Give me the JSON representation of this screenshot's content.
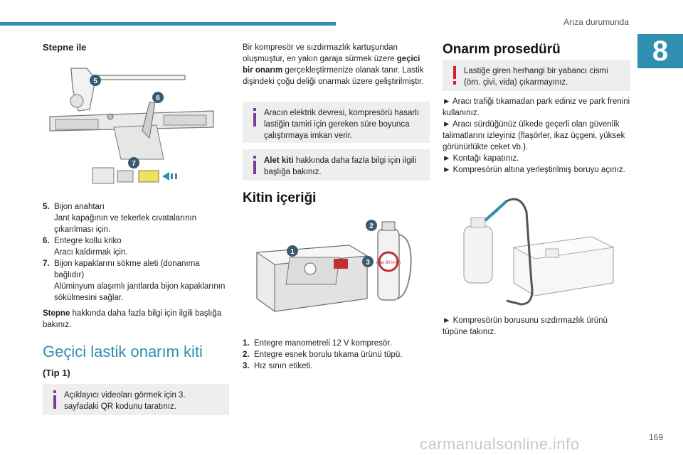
{
  "header": {
    "section": "Arıza durumunda",
    "chapter": "8",
    "page": "169"
  },
  "col1": {
    "heading": "Stepne ile",
    "fig_labels": [
      "5",
      "6",
      "7"
    ],
    "items": [
      {
        "n": "5.",
        "title": "Bijon anahtarı",
        "desc": "Jant kapağının ve tekerlek cıvatalarının çıkarılması için."
      },
      {
        "n": "6.",
        "title": "Entegre kollu kriko",
        "desc": "Aracı kaldırmak için."
      },
      {
        "n": "7.",
        "title": "Bijon kapaklarını sökme aleti (donanıma bağlıdır)",
        "desc": "Alüminyum alaşımlı jantlarda bijon kapaklarının sökülmesini sağlar."
      }
    ],
    "more_bold": "Stepne",
    "more_rest": " hakkında daha fazla bilgi için ilgili başlığa bakınız.",
    "title2": "Geçici lastik onarım kiti",
    "type": "(Tip 1)",
    "info": "Açıklayıcı videoları görmek için 3. sayfadaki QR kodunu taratınız."
  },
  "col2": {
    "intro_a": "Bir kompresör ve sızdırmazlık kartuşundan oluşmuştur, en yakın garaja sürmek üzere ",
    "intro_bold": "geçici bir onarım",
    "intro_b": " gerçekleştirmenize olanak tanır. Lastik dişindeki çoğu deliği onarmak üzere geliştirilmiştir.",
    "info1": "Aracın elektrik devresi, kompresörü hasarlı lastiğin tamiri için gereken süre boyunca çalıştırmaya imkan verir.",
    "info2_bold": "Alet kiti",
    "info2_rest": " hakkında daha fazla bilgi için ilgili başlığa bakınız.",
    "heading": "Kitin içeriği",
    "fig_labels": [
      "1",
      "2",
      "3"
    ],
    "items": [
      {
        "n": "1.",
        "text": "Entegre manometreli 12 V kompresör."
      },
      {
        "n": "2.",
        "text": "Entegre esnek borulu tıkama ürünü tüpü."
      },
      {
        "n": "3.",
        "text": "Hız sınırı etiketi."
      }
    ],
    "speed_label": "max 80 km/h"
  },
  "col3": {
    "heading": "Onarım prosedürü",
    "warn": "Lastiğe giren herhangi bir yabancı cismi (örn. çivi, vida) çıkarmayınız.",
    "step1": "► Aracı trafiği tıkamadan park ediniz ve park frenini kullanınız.",
    "step2": "► Aracı sürdüğünüz ülkede geçerli olan güvenlik talimatlarını izleyiniz (flaşörler, ikaz üçgeni, yüksek görünürlükte ceket vb.).",
    "step3": "► Kontağı kapatınız.",
    "step4": "► Kompresörün altına yerleştirilmiş boruyu açınız.",
    "step5": "► Kompresörün borusunu sızdırmazlık ürünü tüpüne takınız."
  },
  "watermark": "carmanualsonline.info",
  "colors": {
    "accent": "#2f8fb0",
    "warning": "#d6202a",
    "info": "#7a3d9a",
    "badge": "#3a5a6e"
  }
}
